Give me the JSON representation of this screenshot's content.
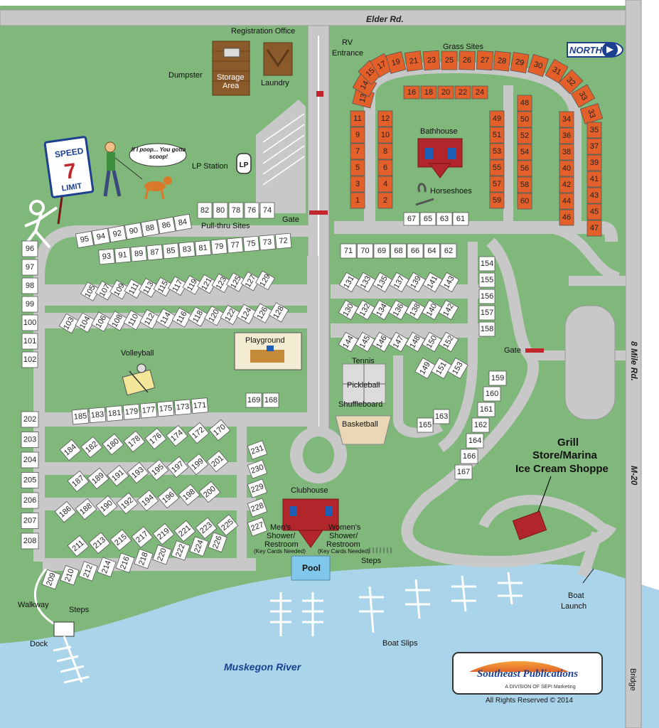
{
  "roads": {
    "top": "Elder Rd.",
    "right": "8 Mile Rd.",
    "right_lower": "M-20",
    "bridge": "Bridge"
  },
  "compass": "NORTH",
  "speed_sign": {
    "top": "SPEED",
    "num": "7",
    "bottom": "LIMIT"
  },
  "dog_speech": "If I poop... You gotta scoop!",
  "labels": {
    "registration": "Registration Office",
    "rv_entrance_1": "RV",
    "rv_entrance_2": "Entrance",
    "grass_sites": "Grass Sites",
    "dumpster": "Dumpster",
    "storage_1": "Storage",
    "storage_2": "Area",
    "laundry": "Laundry",
    "bathhouse": "Bathhouse",
    "horseshoes": "Horseshoes",
    "lp_station": "LP Station",
    "lp_icon": "LP",
    "gate1": "Gate",
    "gate2": "Gate",
    "pull_thru": "Pull-thru Sites",
    "playground": "Playground",
    "volleyball": "Volleyball",
    "tennis": "Tennis",
    "pickleball": "Pickleball",
    "shuffleboard": "Shuffleboard",
    "basketball": "Basketball",
    "clubhouse": "Clubhouse",
    "mens_1": "Men's",
    "mens_2": "Shower/",
    "mens_3": "Restroom",
    "womens_1": "Women's",
    "womens_2": "Shower/",
    "womens_3": "Restroom",
    "keycards_1": "(Key Cards Needed)",
    "keycards_2": "(Key Cards Needed)",
    "pool": "Pool",
    "steps": "Steps",
    "steps_dock": "Steps",
    "walkway": "Walkway",
    "dock": "Dock",
    "boat_slips": "Boat Slips",
    "boat_launch_1": "Boat",
    "boat_launch_2": "Launch",
    "grill": "Grill",
    "store": "Store/Marina",
    "icecream": "Ice Cream Shoppe",
    "river": "Muskegon River",
    "publisher": "Southeast Publications",
    "publisher_sub": "A DIVISION OF SEPI Marketing",
    "copyright": "All Rights Reserved © 2014"
  },
  "colors": {
    "grass": "#7fb87a",
    "road": "#c8c8c8",
    "water": "#a9d4ea",
    "site_orange": "#e4602a",
    "site_white": "#ffffff",
    "building": "#b0262b"
  },
  "sites_orange": {
    "arc_top": [
      "13",
      "14",
      "15",
      "17",
      "19",
      "21",
      "23",
      "25",
      "26",
      "27",
      "28",
      "29",
      "30",
      "31",
      "32",
      "33"
    ],
    "left_col": [
      "11",
      "9",
      "7",
      "5",
      "3",
      "1"
    ],
    "col2": [
      "12",
      "10",
      "8",
      "6",
      "4",
      "2"
    ],
    "inner_row": [
      "16",
      "18",
      "20",
      "22",
      "24"
    ],
    "col49": [
      "49",
      "51",
      "53",
      "55",
      "57",
      "59"
    ],
    "col48": [
      "48",
      "50",
      "52",
      "54",
      "56",
      "58",
      "60"
    ],
    "col34": [
      "34",
      "36",
      "38",
      "40",
      "42",
      "44",
      "46"
    ],
    "col35": [
      "35",
      "37",
      "39",
      "41",
      "43",
      "45",
      "47"
    ]
  },
  "sites_white": {
    "row61": [
      "67",
      "65",
      "63",
      "61"
    ],
    "pull_thru": [
      "82",
      "80",
      "78",
      "76",
      "74"
    ],
    "row84": [
      "95",
      "94",
      "92",
      "90",
      "88",
      "86",
      "84"
    ],
    "row72": [
      "93",
      "91",
      "89",
      "87",
      "85",
      "83",
      "81",
      "79",
      "77",
      "75",
      "73",
      "72"
    ],
    "row62": [
      "71",
      "70",
      "69",
      "68",
      "66",
      "64",
      "62"
    ],
    "row105": [
      "105",
      "107",
      "109",
      "111",
      "113",
      "115",
      "117",
      "119",
      "121",
      "123",
      "125",
      "127",
      "129"
    ],
    "row131": [
      "131",
      "133",
      "135",
      "137",
      "139",
      "141",
      "143"
    ],
    "row103": [
      "103",
      "104",
      "106",
      "108",
      "110",
      "112",
      "114",
      "116",
      "118",
      "120",
      "122",
      "124",
      "126",
      "128"
    ],
    "row130": [
      "130",
      "132",
      "134",
      "136",
      "138",
      "140",
      "142"
    ],
    "row144": [
      "144",
      "145",
      "146",
      "147",
      "148",
      "150",
      "152"
    ],
    "left_col": [
      "96",
      "97",
      "98",
      "99",
      "100",
      "101",
      "102"
    ],
    "col154": [
      "154",
      "155",
      "156",
      "157",
      "158"
    ],
    "curve159": [
      "159",
      "160",
      "161",
      "162",
      "164",
      "166",
      "167"
    ],
    "group149": [
      "149",
      "151",
      "153"
    ],
    "group163": [
      "165",
      "163"
    ],
    "row171": [
      "185",
      "183",
      "181",
      "179",
      "177",
      "175",
      "173",
      "171"
    ],
    "pair168": [
      "169",
      "168"
    ],
    "row170": [
      "184",
      "182",
      "180",
      "178",
      "176",
      "174",
      "172",
      "170"
    ],
    "left202": [
      "202",
      "203",
      "204",
      "205",
      "206",
      "207",
      "208"
    ],
    "row187": [
      "187",
      "189",
      "191",
      "193",
      "195",
      "197",
      "199",
      "201"
    ],
    "row186": [
      "186",
      "188",
      "190",
      "192",
      "194",
      "196",
      "198",
      "200"
    ],
    "row211": [
      "211",
      "213",
      "215",
      "217",
      "219",
      "221",
      "223",
      "225"
    ],
    "row209": [
      "209",
      "210",
      "212",
      "214",
      "216",
      "218",
      "220",
      "222",
      "224",
      "226"
    ],
    "col227": [
      "231",
      "230",
      "229",
      "228",
      "227"
    ]
  }
}
